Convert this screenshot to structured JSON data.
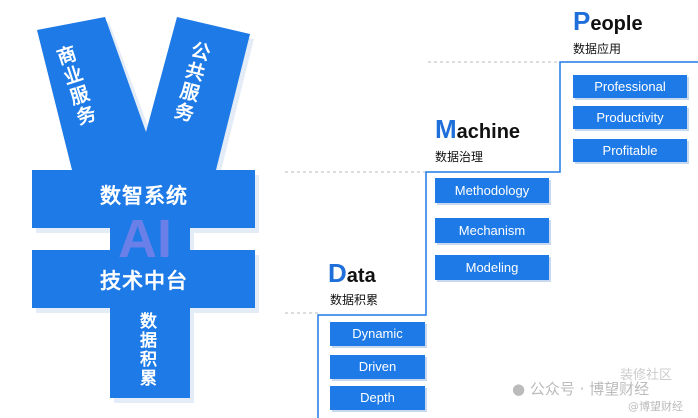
{
  "yen": {
    "left_arm": "商业服务",
    "right_arm": "公共服务",
    "bar1": "数智系统",
    "center": "AI",
    "bar2": "技术中台",
    "stem": "数据积累"
  },
  "levels": [
    {
      "initial": "D",
      "rest": "ata",
      "sub": "数据积累",
      "items": [
        "Dynamic",
        "Driven",
        "Depth"
      ]
    },
    {
      "initial": "M",
      "rest": "achine",
      "sub": "数据治理",
      "items": [
        "Methodology",
        "Mechanism",
        "Modeling"
      ]
    },
    {
      "initial": "P",
      "rest": "eople",
      "sub": "数据应用",
      "items": [
        "Professional",
        "Productivity",
        "Profitable"
      ]
    }
  ],
  "watermark": {
    "main": "公众号 · 博望财经",
    "overlay": "装修社区",
    "handle": "@博望财经"
  },
  "colors": {
    "blue": "#1e7ae6"
  }
}
